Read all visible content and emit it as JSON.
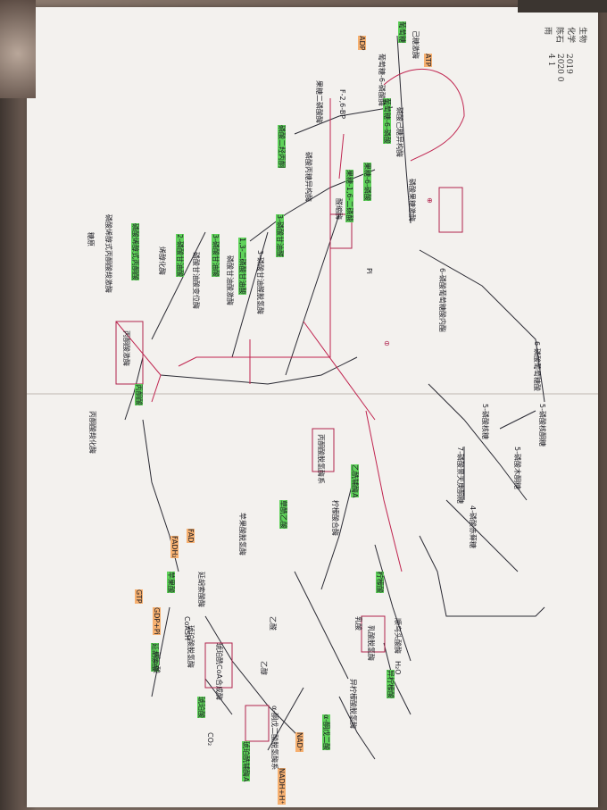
{
  "header": {
    "line1": "生物化学 陈石雨",
    "line2": "2019 2020 0 4 1"
  },
  "glycolysis": [
    {
      "id": "g1",
      "text": "葡萄糖",
      "hl": "g"
    },
    {
      "id": "g2",
      "text": "葡萄糖-6-磷酸",
      "hl": "g"
    },
    {
      "id": "g3",
      "text": "果糖-6-磷酸",
      "hl": "g"
    },
    {
      "id": "g4",
      "text": "果糖-1,6-二磷酸",
      "hl": "g"
    },
    {
      "id": "g5",
      "text": "磷酸二羟丙酮",
      "hl": "g"
    },
    {
      "id": "g6",
      "text": "3-磷酸甘油醛",
      "hl": "g"
    },
    {
      "id": "g7",
      "text": "1,3-二磷酸甘油酸",
      "hl": "g"
    },
    {
      "id": "g8",
      "text": "3-磷酸甘油酸",
      "hl": "g"
    },
    {
      "id": "g9",
      "text": "2-磷酸甘油酸",
      "hl": "g"
    },
    {
      "id": "g10",
      "text": "磷酸烯醇式丙酮酸",
      "hl": "g"
    },
    {
      "id": "g11",
      "text": "丙酮酸",
      "hl": "g"
    },
    {
      "id": "g12",
      "text": "乙酰辅酶A",
      "hl": "g"
    }
  ],
  "tca": [
    {
      "id": "t1",
      "text": "柠檬酸",
      "hl": "g"
    },
    {
      "id": "t2",
      "text": "异柠檬酸",
      "hl": "g"
    },
    {
      "id": "t3",
      "text": "α-酮戊二酸",
      "hl": "g"
    },
    {
      "id": "t4",
      "text": "琥珀酰辅酶A",
      "hl": "g"
    },
    {
      "id": "t5",
      "text": "琥珀酸",
      "hl": "g"
    },
    {
      "id": "t6",
      "text": "延胡索酸",
      "hl": "g"
    },
    {
      "id": "t7",
      "text": "苹果酸",
      "hl": "g"
    },
    {
      "id": "t8",
      "text": "草酰乙酸",
      "hl": "g"
    }
  ],
  "cofactors": [
    {
      "id": "c1",
      "text": "ATP",
      "hl": "o"
    },
    {
      "id": "c2",
      "text": "ADP",
      "hl": "o"
    },
    {
      "id": "c3",
      "text": "NAD⁺",
      "hl": "o"
    },
    {
      "id": "c4",
      "text": "NADH+H⁺",
      "hl": "o"
    },
    {
      "id": "c5",
      "text": "GTP",
      "hl": "o"
    },
    {
      "id": "c6",
      "text": "GDP+Pi",
      "hl": "o"
    },
    {
      "id": "c7",
      "text": "CO₂",
      "hl": ""
    },
    {
      "id": "c8",
      "text": "H₂O",
      "hl": ""
    },
    {
      "id": "c9",
      "text": "CoASH",
      "hl": ""
    },
    {
      "id": "c10",
      "text": "FAD",
      "hl": "o"
    },
    {
      "id": "c11",
      "text": "FADH₂",
      "hl": "o"
    }
  ],
  "enzymes": [
    {
      "id": "e1",
      "text": "己糖激酶"
    },
    {
      "id": "e2",
      "text": "磷酸己糖异构酶"
    },
    {
      "id": "e3",
      "text": "磷酸果糖激酶"
    },
    {
      "id": "e4",
      "text": "醛缩酶"
    },
    {
      "id": "e5",
      "text": "磷酸丙糖异构酶"
    },
    {
      "id": "e6",
      "text": "3-磷酸甘油醛脱氢酶"
    },
    {
      "id": "e7",
      "text": "磷酸甘油酸激酶"
    },
    {
      "id": "e8",
      "text": "磷酸甘油酸变位酶"
    },
    {
      "id": "e9",
      "text": "烯醇化酶"
    },
    {
      "id": "e10",
      "text": "丙酮酸激酶"
    },
    {
      "id": "e11",
      "text": "丙酮酸脱氢酶系"
    },
    {
      "id": "e12",
      "text": "柠檬酸合酶"
    },
    {
      "id": "e13",
      "text": "顺乌头酸酶"
    },
    {
      "id": "e14",
      "text": "异柠檬酸脱氢酶"
    },
    {
      "id": "e15",
      "text": "α-酮戊二酸脱氢酶系"
    },
    {
      "id": "e16",
      "text": "琥珀酰CoA合成酶"
    },
    {
      "id": "e17",
      "text": "琥珀酸脱氢酶"
    },
    {
      "id": "e18",
      "text": "延胡索酸酶"
    },
    {
      "id": "e19",
      "text": "苹果酸脱氢酶"
    },
    {
      "id": "e20",
      "text": "丙酮酸羧化酶"
    },
    {
      "id": "e21",
      "text": "磷酸烯醇式丙酮酸羧激酶"
    },
    {
      "id": "e22",
      "text": "果糖二磷酸酶"
    },
    {
      "id": "e23",
      "text": "葡萄糖-6-磷酸酶"
    }
  ],
  "ppp": [
    {
      "id": "p1",
      "text": "6-磷酸葡萄糖酸内酯"
    },
    {
      "id": "p2",
      "text": "6-磷酸葡萄糖酸"
    },
    {
      "id": "p3",
      "text": "5-磷酸核酮糖"
    },
    {
      "id": "p4",
      "text": "5-磷酸核糖"
    },
    {
      "id": "p5",
      "text": "5-磷酸木酮糖"
    },
    {
      "id": "p6",
      "text": "7-磷酸景天庚酮糖"
    },
    {
      "id": "p7",
      "text": "4-磷酸赤藓糖"
    }
  ],
  "misc": [
    {
      "id": "m1",
      "text": "乳酸"
    },
    {
      "id": "m2",
      "text": "乳酸脱氢酶"
    },
    {
      "id": "m3",
      "text": "乙醛"
    },
    {
      "id": "m4",
      "text": "乙醇"
    },
    {
      "id": "m5",
      "text": "糖原"
    },
    {
      "id": "m6",
      "text": "Pi"
    },
    {
      "id": "m7",
      "text": "F-2,6-BP"
    },
    {
      "id": "m8",
      "text": "丙二酸"
    },
    {
      "id": "m9",
      "text": "⊕"
    },
    {
      "id": "m10",
      "text": "⊖"
    }
  ]
}
